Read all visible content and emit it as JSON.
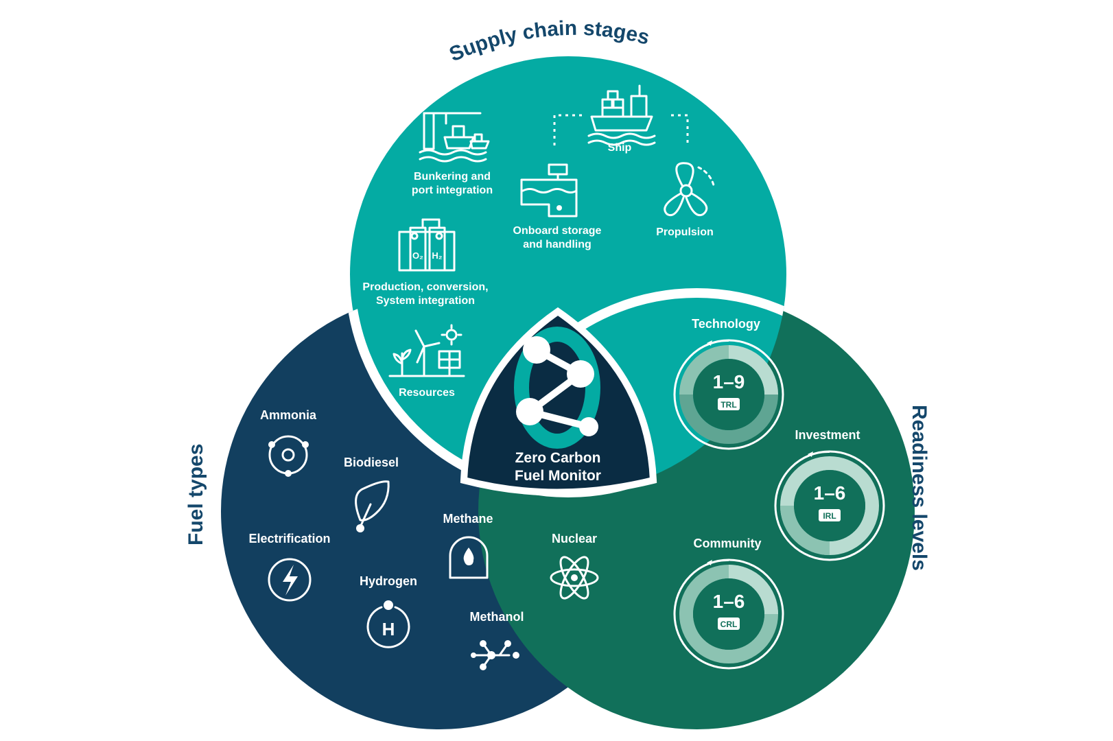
{
  "colors": {
    "supply": "#04aba3",
    "fuel": "#123f5f",
    "readiness": "#11705a",
    "center": "#0a2c43",
    "title_text": "#14476b"
  },
  "titles": {
    "supply": "Supply chain stages",
    "fuel": "Fuel types",
    "readiness": "Readiness levels"
  },
  "center": {
    "line1": "Zero Carbon",
    "line2": "Fuel Monitor"
  },
  "supply_chain": {
    "ship": "Ship",
    "bunkering_1": "Bunkering and",
    "bunkering_2": "port integration",
    "onboard_1": "Onboard storage",
    "onboard_2": "and handling",
    "propulsion": "Propulsion",
    "production_1": "Production, conversion,",
    "production_2": "System integration",
    "resources": "Resources"
  },
  "fuel_types": {
    "ammonia": "Ammonia",
    "biodiesel": "Biodiesel",
    "electrification": "Electrification",
    "methane": "Methane",
    "nuclear": "Nuclear",
    "hydrogen": "Hydrogen",
    "methanol": "Methanol",
    "hydrogen_symbol": "H",
    "o2": "O₂",
    "h2": "H₂"
  },
  "readiness": {
    "technology": {
      "label": "Technology",
      "range": "1–9",
      "badge": "TRL"
    },
    "investment": {
      "label": "Investment",
      "range": "1–6",
      "badge": "IRL"
    },
    "community": {
      "label": "Community",
      "range": "1–6",
      "badge": "CRL"
    }
  }
}
